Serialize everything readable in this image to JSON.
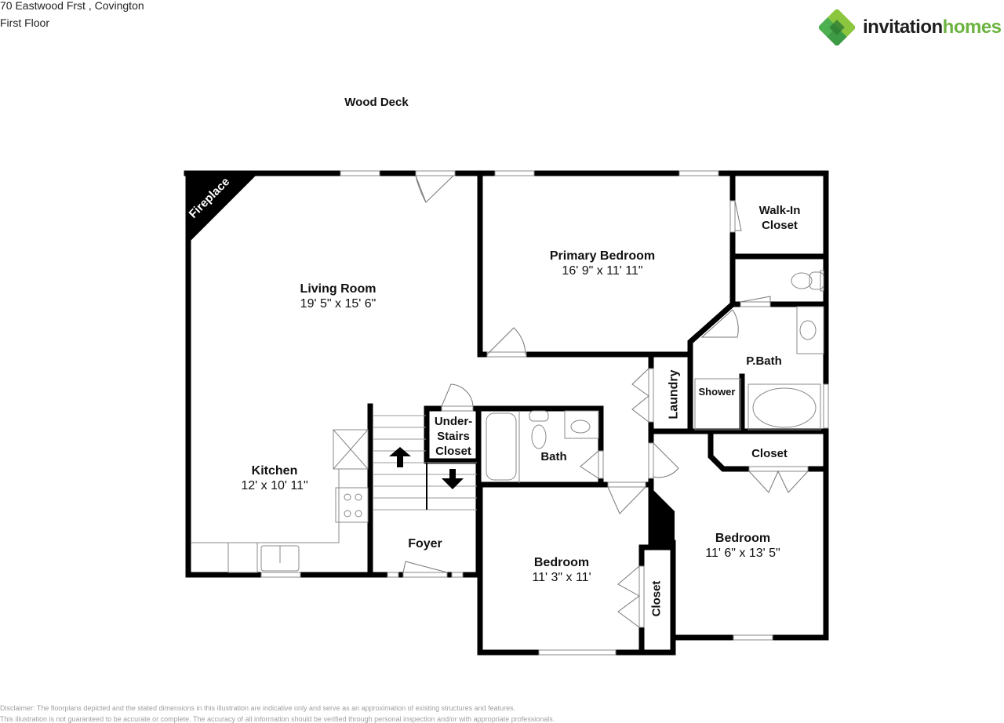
{
  "header": {
    "address": "70 Eastwood Frst , Covington",
    "floor": "First Floor"
  },
  "logo": {
    "word1": "invitation",
    "word2": "homes",
    "brand_color_dark": "#1f1f1f",
    "brand_color_green": "#6cb33f",
    "icon": "clover-diamond-icon"
  },
  "outside": {
    "wood_deck": "Wood Deck"
  },
  "rooms": {
    "fireplace": "Fireplace",
    "living_room": {
      "name": "Living Room",
      "dims": "19' 5\" x 15' 6\""
    },
    "primary_bedroom": {
      "name": "Primary Bedroom",
      "dims": "16' 9\" x 11' 11\""
    },
    "walk_in_closet": {
      "line1": "Walk-In",
      "line2": "Closet"
    },
    "p_bath": "P.Bath",
    "shower": "Shower",
    "laundry": "Laundry",
    "under_stairs_closet": {
      "line1": "Under-",
      "line2": "Stairs",
      "line3": "Closet"
    },
    "bath": "Bath",
    "closet_upper_right": "Closet",
    "kitchen": {
      "name": "Kitchen",
      "dims": "12' x 10' 11\""
    },
    "foyer": "Foyer",
    "bedroom_center": {
      "name": "Bedroom",
      "dims": "11' 3\" x 11'"
    },
    "closet_vertical": "Closet",
    "bedroom_right": {
      "name": "Bedroom",
      "dims": "11' 6\" x 13' 5\""
    }
  },
  "footer": {
    "disclaimer_line1": "Disclaimer: The floorplans depicted and the stated dimensions in this illustration are indicative only and serve as an approximation of existing structures and features.",
    "disclaimer_line2": "This illustration is not guaranteed to be accurate or complete. The accuracy of all information should be verified through personal inspection and/or with appropriate professionals."
  }
}
